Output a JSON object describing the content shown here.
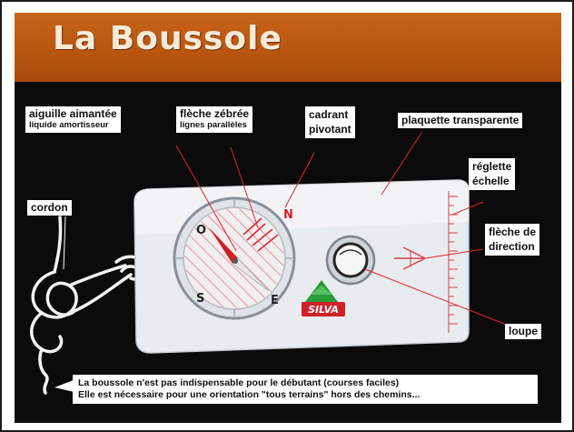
{
  "title": "La Boussole",
  "labels": {
    "aiguille": "aiguille aimantée",
    "liquide": "liquide amortisseur",
    "fleche_zebree": "flèche zébrée",
    "lignes": "lignes parallèles",
    "cadrant": "cadrant",
    "pivotant": "pivotant",
    "plaquette": "plaquette transparente",
    "reglette": "réglette",
    "echelle": "échelle",
    "cordon": "cordon",
    "fleche_direction_1": "flèche de",
    "fleche_direction_2": "direction",
    "loupe": "loupe"
  },
  "compass_letters": {
    "north": "N",
    "south": "S",
    "east": "E",
    "west": "O"
  },
  "brand": "SILVA",
  "caption": {
    "line1": "La boussole n'est pas indispensable pour le débutant (courses faciles)",
    "line2": "Elle est nécessaire pour une orientation \"tous terrains\" hors des chemins..."
  },
  "colors": {
    "title_bar": "#b9560f",
    "background": "#0b0b0b",
    "pointer_lines": "#e0242e",
    "baseplate": "#e9ecef"
  }
}
